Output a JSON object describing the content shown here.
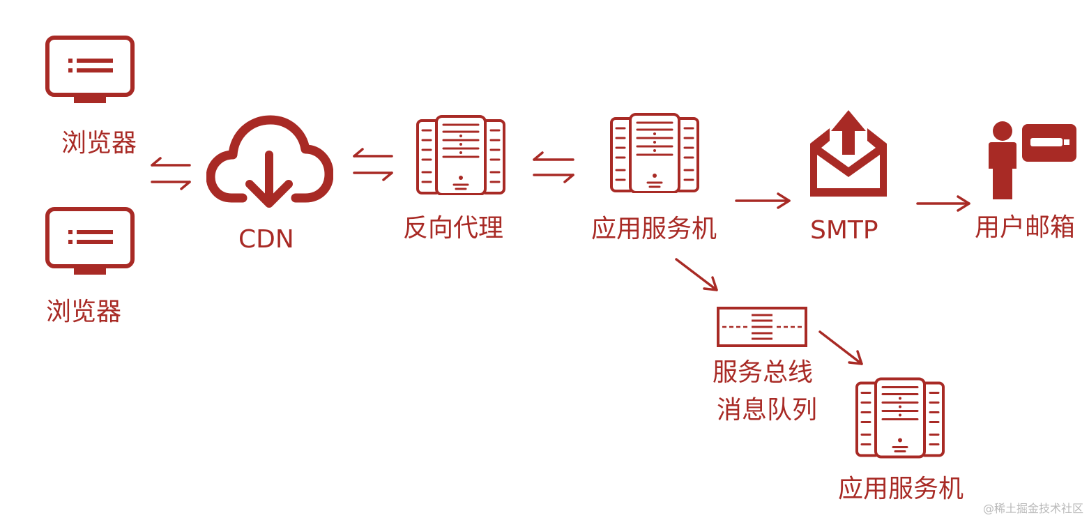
{
  "colors": {
    "accent": "#a82a25",
    "background": "#ffffff",
    "watermark": "#b9b9b9"
  },
  "nodes": {
    "browser_top": {
      "label": "浏览器",
      "icon": "monitor-icon"
    },
    "browser_bottom": {
      "label": "浏览器",
      "icon": "monitor-icon"
    },
    "cdn": {
      "label": "CDN",
      "icon": "cloud-download-icon"
    },
    "reverse_proxy": {
      "label": "反向代理",
      "icon": "server-rack-icon"
    },
    "app_server": {
      "label": "应用服务机",
      "icon": "server-rack-icon"
    },
    "smtp": {
      "label": "SMTP",
      "icon": "mail-send-icon"
    },
    "user_mailbox": {
      "label": "用户邮箱",
      "icon": "user-card-icon"
    },
    "message_bus": {
      "label_line1": "服务总线",
      "label_line2": "消息队列",
      "icon": "message-queue-icon"
    },
    "app_server_2": {
      "label": "应用服务机",
      "icon": "server-rack-icon"
    }
  },
  "connectors": [
    {
      "from": "browser",
      "to": "cdn",
      "kind": "bidirectional"
    },
    {
      "from": "cdn",
      "to": "reverse_proxy",
      "kind": "bidirectional"
    },
    {
      "from": "reverse_proxy",
      "to": "app_server",
      "kind": "bidirectional"
    },
    {
      "from": "app_server",
      "to": "smtp",
      "kind": "directed"
    },
    {
      "from": "smtp",
      "to": "user_mailbox",
      "kind": "directed"
    },
    {
      "from": "app_server",
      "to": "message_bus",
      "kind": "directed"
    },
    {
      "from": "message_bus",
      "to": "app_server_2",
      "kind": "directed"
    }
  ],
  "watermark": "@稀土掘金技术社区"
}
